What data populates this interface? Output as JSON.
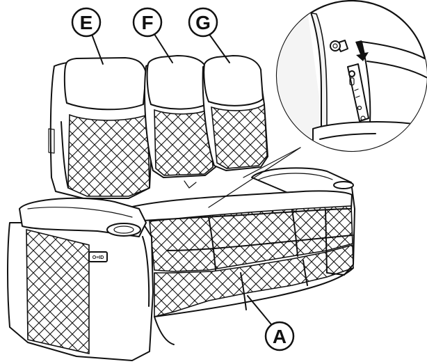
{
  "labels": {
    "e": "E",
    "f": "F",
    "g": "G",
    "a": "A"
  },
  "control_panel": {
    "text": "O≡ID"
  },
  "colors": {
    "line": "#111111",
    "fill": "#ffffff"
  }
}
